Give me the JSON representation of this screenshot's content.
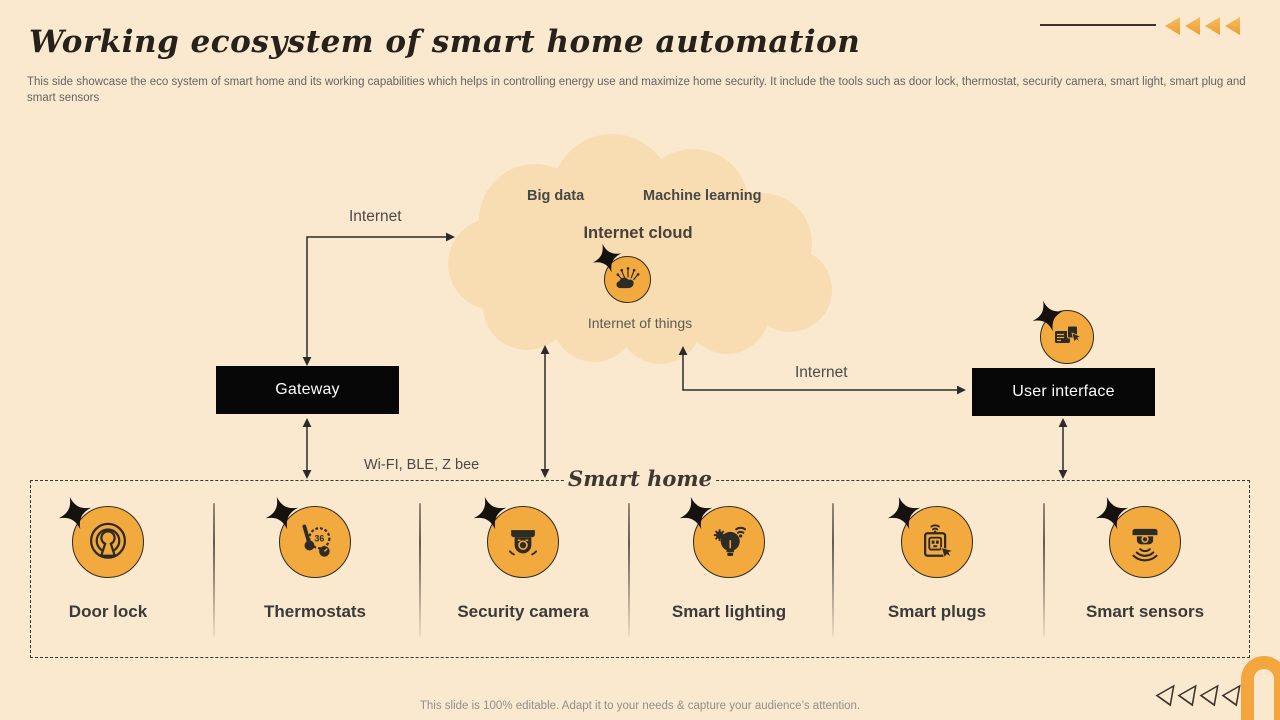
{
  "slide": {
    "title": "Working ecosystem of smart home automation",
    "subtitle": "This side showcase the eco system of smart home and its working capabilities which helps in controlling energy use and maximize home security. It include the tools such as door lock, thermostat, security camera, smart light, smart plug and smart sensors",
    "footer": "This slide is 100% editable. Adapt it to your needs & capture your audience’s attention."
  },
  "cloud": {
    "label_big_data": "Big data",
    "label_machine_learning": "Machine learning",
    "title": "Internet cloud",
    "iot_caption": "Internet of things",
    "iot_icon": "iot-cloud-icon"
  },
  "nodes": {
    "gateway_label": "Gateway",
    "user_interface_label": "User interface",
    "user_interface_icon": "user-interface-icon"
  },
  "connections": {
    "internet_left_label": "Internet",
    "internet_right_label": "Internet",
    "wifi_label": "Wi-FI, BLE, Z bee"
  },
  "smart_home": {
    "zone_label": "Smart home",
    "devices": [
      {
        "label": "Door lock",
        "icon": "door-lock-icon"
      },
      {
        "label": "Thermostats",
        "icon": "thermostat-icon"
      },
      {
        "label": "Security camera",
        "icon": "security-camera-icon"
      },
      {
        "label": "Smart lighting",
        "icon": "smart-lighting-icon"
      },
      {
        "label": "Smart plugs",
        "icon": "smart-plug-icon"
      },
      {
        "label": "Smart sensors",
        "icon": "smart-sensor-icon"
      }
    ]
  },
  "colors": {
    "background": "#FBE9CF",
    "cloud_fill": "#F8DDB2",
    "accent_orange": "#F2A93E",
    "node_black": "#060606",
    "line_dark": "#2B2B2B",
    "text_dark": "#3A3A3A",
    "text_gray": "#8F8F8B"
  }
}
